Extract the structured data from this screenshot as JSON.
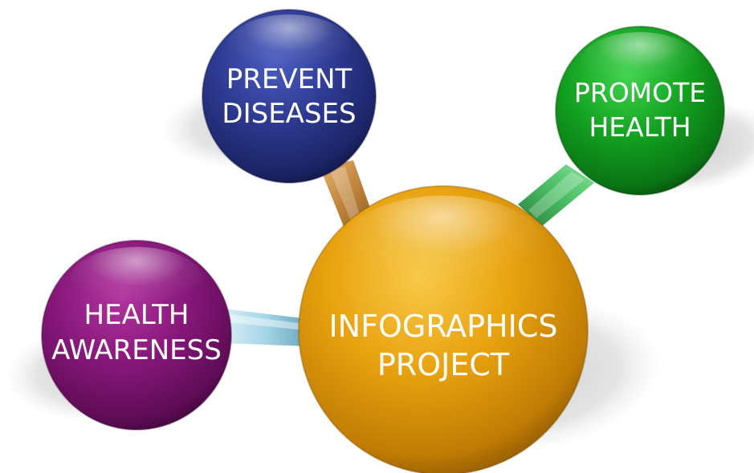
{
  "nodes": {
    "center": {
      "line1": "INFOGRAPHICS",
      "line2": "PROJECT",
      "color": "#E4A00A"
    },
    "prevent": {
      "line1": "PREVENT",
      "line2": "DISEASES",
      "color": "#2E3A8C"
    },
    "promote": {
      "line1": "PROMOTE",
      "line2": "HEALTH",
      "color": "#14A526"
    },
    "awareness": {
      "line1": "HEALTH",
      "line2": "AWARENESS",
      "color": "#8A1B7E"
    }
  },
  "connectors": {
    "prevent": "#C98A3A",
    "promote": "#3FB85A",
    "awareness": "#9FD3E6"
  }
}
